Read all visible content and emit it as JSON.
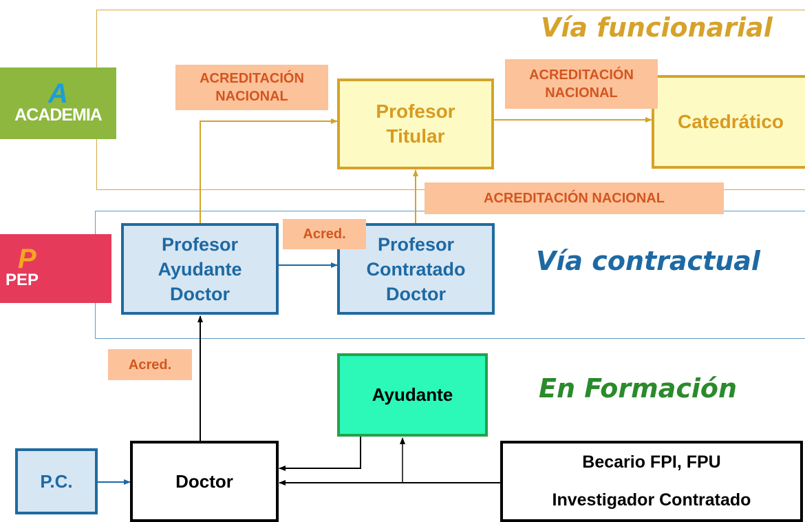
{
  "zones": {
    "funcionarial": "Vía funcionarial",
    "contractual": "Vía contractual",
    "formacion": "En Formación"
  },
  "logos": {
    "academia": {
      "text": "ACADEMIA",
      "mark": "A",
      "color": "#8db73e"
    },
    "pep": {
      "text": "PEP",
      "mark": "P",
      "color": "#e63a5a"
    }
  },
  "nodes": {
    "titular": "Profesor\nTitular",
    "catedratico": "Catedrático",
    "ayudante_doctor": "Profesor\nAyudante\nDoctor",
    "contratado_doctor": "Profesor\nContratado\nDoctor",
    "ayudante": "Ayudante",
    "doctor": "Doctor",
    "pc": "P.C.",
    "becario": "Becario FPI, FPU",
    "investigador": "Investigador Contratado"
  },
  "labels": {
    "acred_nac_1": "ACREDITACIÓN\nNACIONAL",
    "acred_nac_2": "ACREDITACIÓN\nNACIONAL",
    "acred_nac_3": "ACREDITACIÓN NACIONAL",
    "acred_1": "Acred.",
    "acred_2": "Acred."
  },
  "colors": {
    "funcionarial": "#d6a22a",
    "contractual": "#1d69a3",
    "formacion": "#2b8a2b",
    "label_bg": "#fcc29a",
    "label_text": "#d3551f",
    "ayudante_bg": "#2cf8b8"
  }
}
